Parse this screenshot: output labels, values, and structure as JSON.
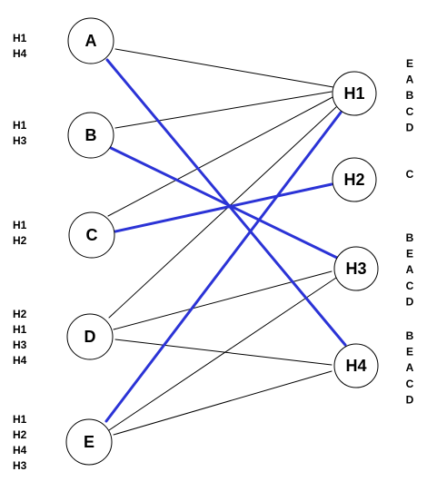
{
  "colors": {
    "edge": "#000000",
    "match": "#2b33d6",
    "node_fill": "#ffffff",
    "node_stroke": "#000000"
  },
  "left_nodes": [
    {
      "id": "A",
      "label": "A",
      "prefs": [
        "H1",
        "H4"
      ]
    },
    {
      "id": "B",
      "label": "B",
      "prefs": [
        "H1",
        "H3"
      ]
    },
    {
      "id": "C",
      "label": "C",
      "prefs": [
        "H1",
        "H2"
      ]
    },
    {
      "id": "D",
      "label": "D",
      "prefs": [
        "H2",
        "H1",
        "H3",
        "H4"
      ]
    },
    {
      "id": "E",
      "label": "E",
      "prefs": [
        "H1",
        "H2",
        "H4",
        "H3"
      ]
    }
  ],
  "right_nodes": [
    {
      "id": "H1",
      "label": "H1",
      "prefs": [
        "E",
        "A",
        "B",
        "C",
        "D"
      ]
    },
    {
      "id": "H2",
      "label": "H2",
      "prefs": [
        "C"
      ]
    },
    {
      "id": "H3",
      "label": "H3",
      "prefs": [
        "B",
        "E",
        "A",
        "C",
        "D"
      ]
    },
    {
      "id": "H4",
      "label": "H4",
      "prefs": [
        "B",
        "E",
        "A",
        "C",
        "D"
      ]
    }
  ],
  "edges": [
    {
      "from": "A",
      "to": "H1",
      "matched": false
    },
    {
      "from": "A",
      "to": "H4",
      "matched": true
    },
    {
      "from": "B",
      "to": "H1",
      "matched": false
    },
    {
      "from": "B",
      "to": "H3",
      "matched": true
    },
    {
      "from": "C",
      "to": "H1",
      "matched": false
    },
    {
      "from": "C",
      "to": "H2",
      "matched": true
    },
    {
      "from": "D",
      "to": "H1",
      "matched": false
    },
    {
      "from": "D",
      "to": "H3",
      "matched": false
    },
    {
      "from": "D",
      "to": "H4",
      "matched": false
    },
    {
      "from": "E",
      "to": "H1",
      "matched": true
    },
    {
      "from": "E",
      "to": "H3",
      "matched": false
    },
    {
      "from": "E",
      "to": "H4",
      "matched": false
    }
  ]
}
